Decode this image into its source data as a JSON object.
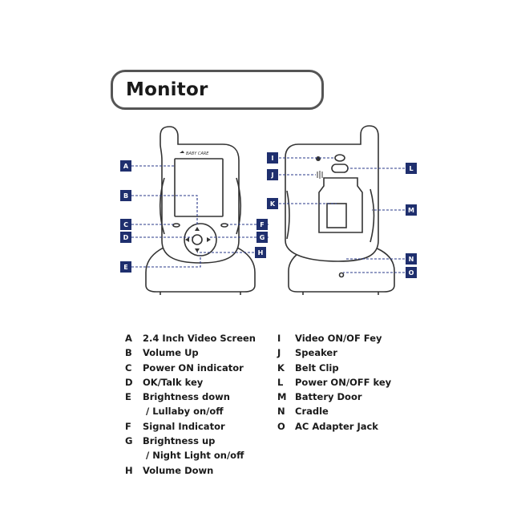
{
  "title": "Monitor",
  "brand": "BABY CARE",
  "colors": {
    "tag": "#1f2f6e",
    "line": "#2a3a8a",
    "outline": "#333333"
  },
  "callouts": [
    "A",
    "B",
    "C",
    "D",
    "E",
    "F",
    "G",
    "H",
    "I",
    "J",
    "K",
    "L",
    "M",
    "N",
    "O"
  ],
  "legend_left": [
    {
      "key": "A",
      "text": "2.4 Inch Video Screen"
    },
    {
      "key": "B",
      "text": "Volume Up"
    },
    {
      "key": "C",
      "text": "Power ON indicator"
    },
    {
      "key": "D",
      "text": "OK/Talk key"
    },
    {
      "key": "E",
      "text": "Brightness down"
    },
    {
      "key": "",
      "text": "/ Lullaby on/off"
    },
    {
      "key": "F",
      "text": "Signal Indicator"
    },
    {
      "key": "G",
      "text": "Brightness up"
    },
    {
      "key": "",
      "text": "/ Night Light on/off"
    },
    {
      "key": "H",
      "text": "Volume Down"
    }
  ],
  "legend_right": [
    {
      "key": "I",
      "text": "Video ON/OF Fey"
    },
    {
      "key": "J",
      "text": "Speaker"
    },
    {
      "key": "K",
      "text": "Belt Clip"
    },
    {
      "key": "L",
      "text": "Power ON/OFF key"
    },
    {
      "key": "M",
      "text": "Battery Door"
    },
    {
      "key": "N",
      "text": "Cradle"
    },
    {
      "key": "O",
      "text": "AC Adapter Jack"
    }
  ]
}
